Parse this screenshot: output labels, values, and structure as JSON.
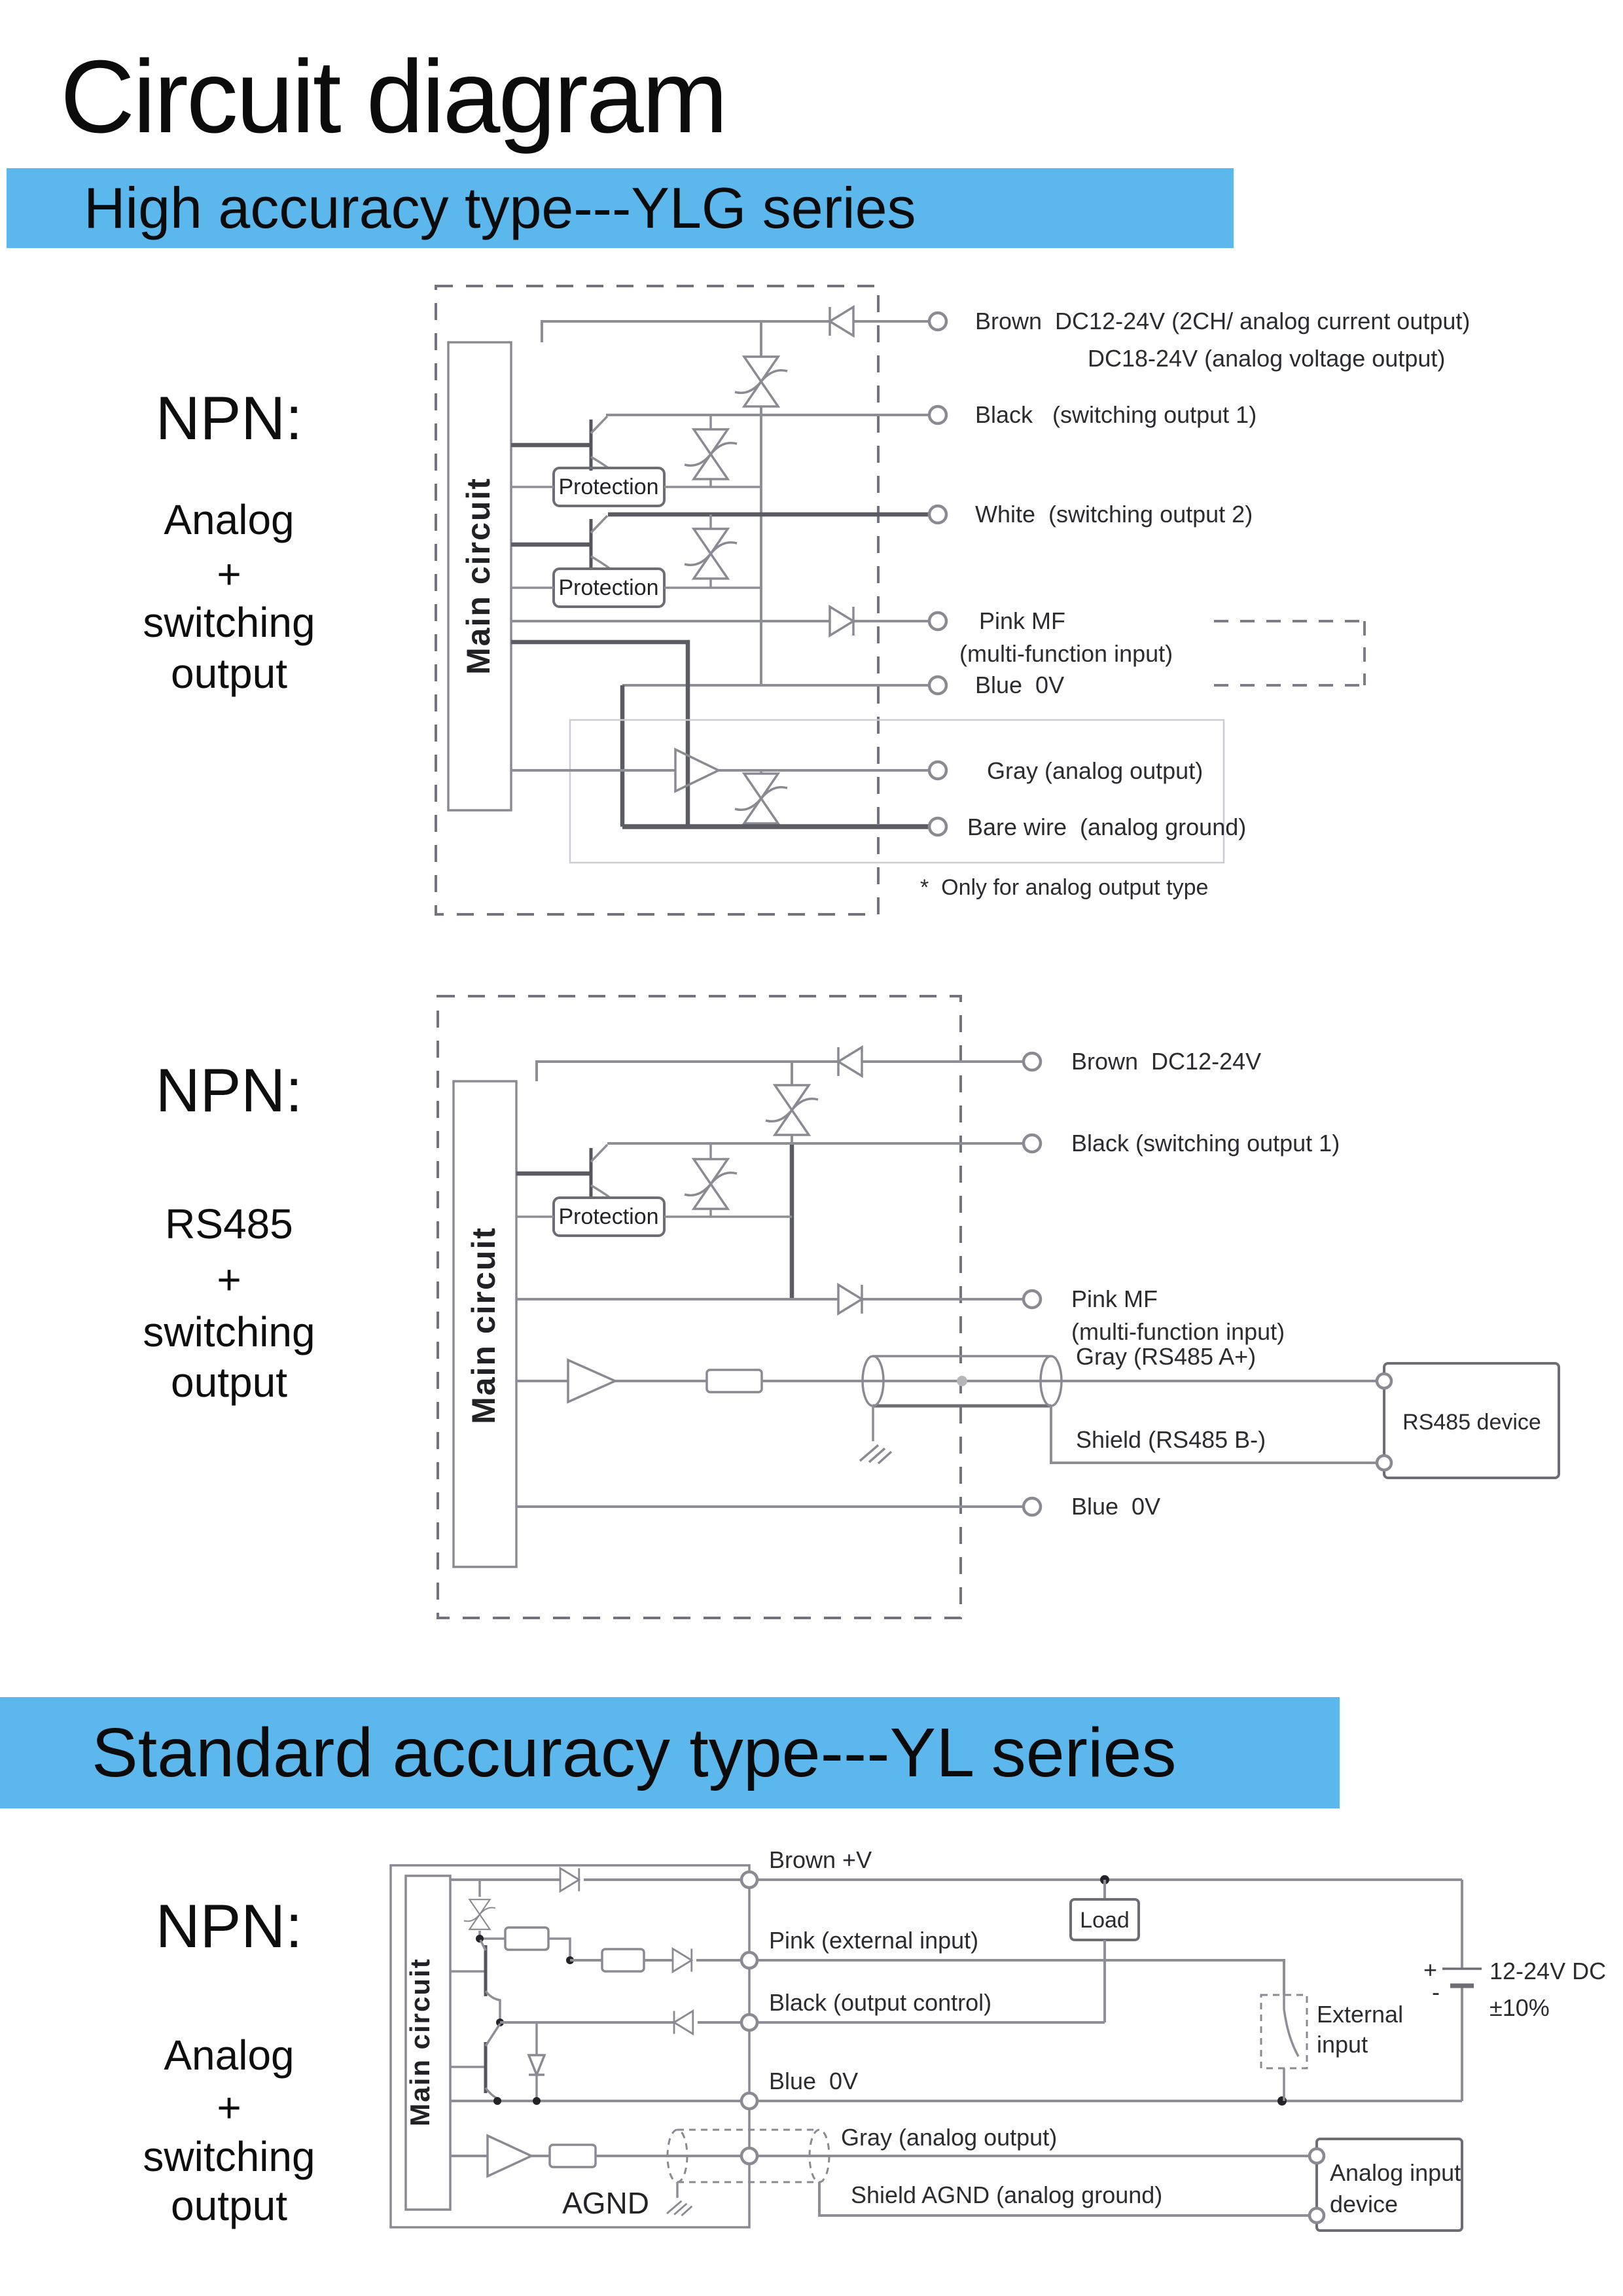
{
  "title": "Circuit diagram",
  "colors": {
    "banner": "#5cb8ec",
    "wire": "#8e8e96",
    "wire_bold": "#5b5b63",
    "text": "#2b2b30"
  },
  "banners": {
    "b1": "High accuracy type---YLG series",
    "b2": "Standard accuracy type---YL series"
  },
  "blocks": {
    "b1": [
      "NPN:",
      "Analog",
      "+",
      "switching",
      "output"
    ],
    "b2": [
      "NPN:",
      "RS485",
      "+",
      "switching",
      "output"
    ],
    "b3": [
      "NPN:",
      "Analog",
      "+",
      "switching",
      "output"
    ]
  },
  "d1": {
    "main_circuit": "Main circuit",
    "protection": "Protection",
    "brown": "Brown  DC12-24V (2CH/ analog current output)",
    "brown2": "DC18-24V (analog voltage output)",
    "black": "Black   (switching output 1)",
    "white": "White  (switching output 2)",
    "pink": "Pink MF",
    "pink2": "(multi-function input)",
    "blue": "Blue  0V",
    "gray": "Gray (analog output)",
    "bare": "Bare wire  (analog ground)",
    "note": "*  Only for analog output type"
  },
  "d2": {
    "main_circuit": "Main circuit",
    "protection": "Protection",
    "brown": "Brown  DC12-24V",
    "black": "Black (switching output 1)",
    "pink": "Pink MF",
    "pink2": "(multi-function input)",
    "gray": "Gray (RS485 A+)",
    "shield": "Shield (RS485 B-)",
    "blue": "Blue  0V",
    "device": "RS485 device"
  },
  "d3": {
    "main_circuit": "Main circuit",
    "brown": "Brown +V",
    "pink": "Pink (external input)",
    "black": "Black (output control)",
    "blue": "Blue  0V",
    "gray": "Gray (analog output)",
    "shield": "Shield AGND (analog ground)",
    "load": "Load",
    "external": [
      "External",
      "input"
    ],
    "psu": [
      "12-24V DC",
      "±10%"
    ],
    "plus": "+",
    "minus": "-",
    "agnd": "AGND",
    "device": [
      "Analog input",
      "device"
    ]
  }
}
